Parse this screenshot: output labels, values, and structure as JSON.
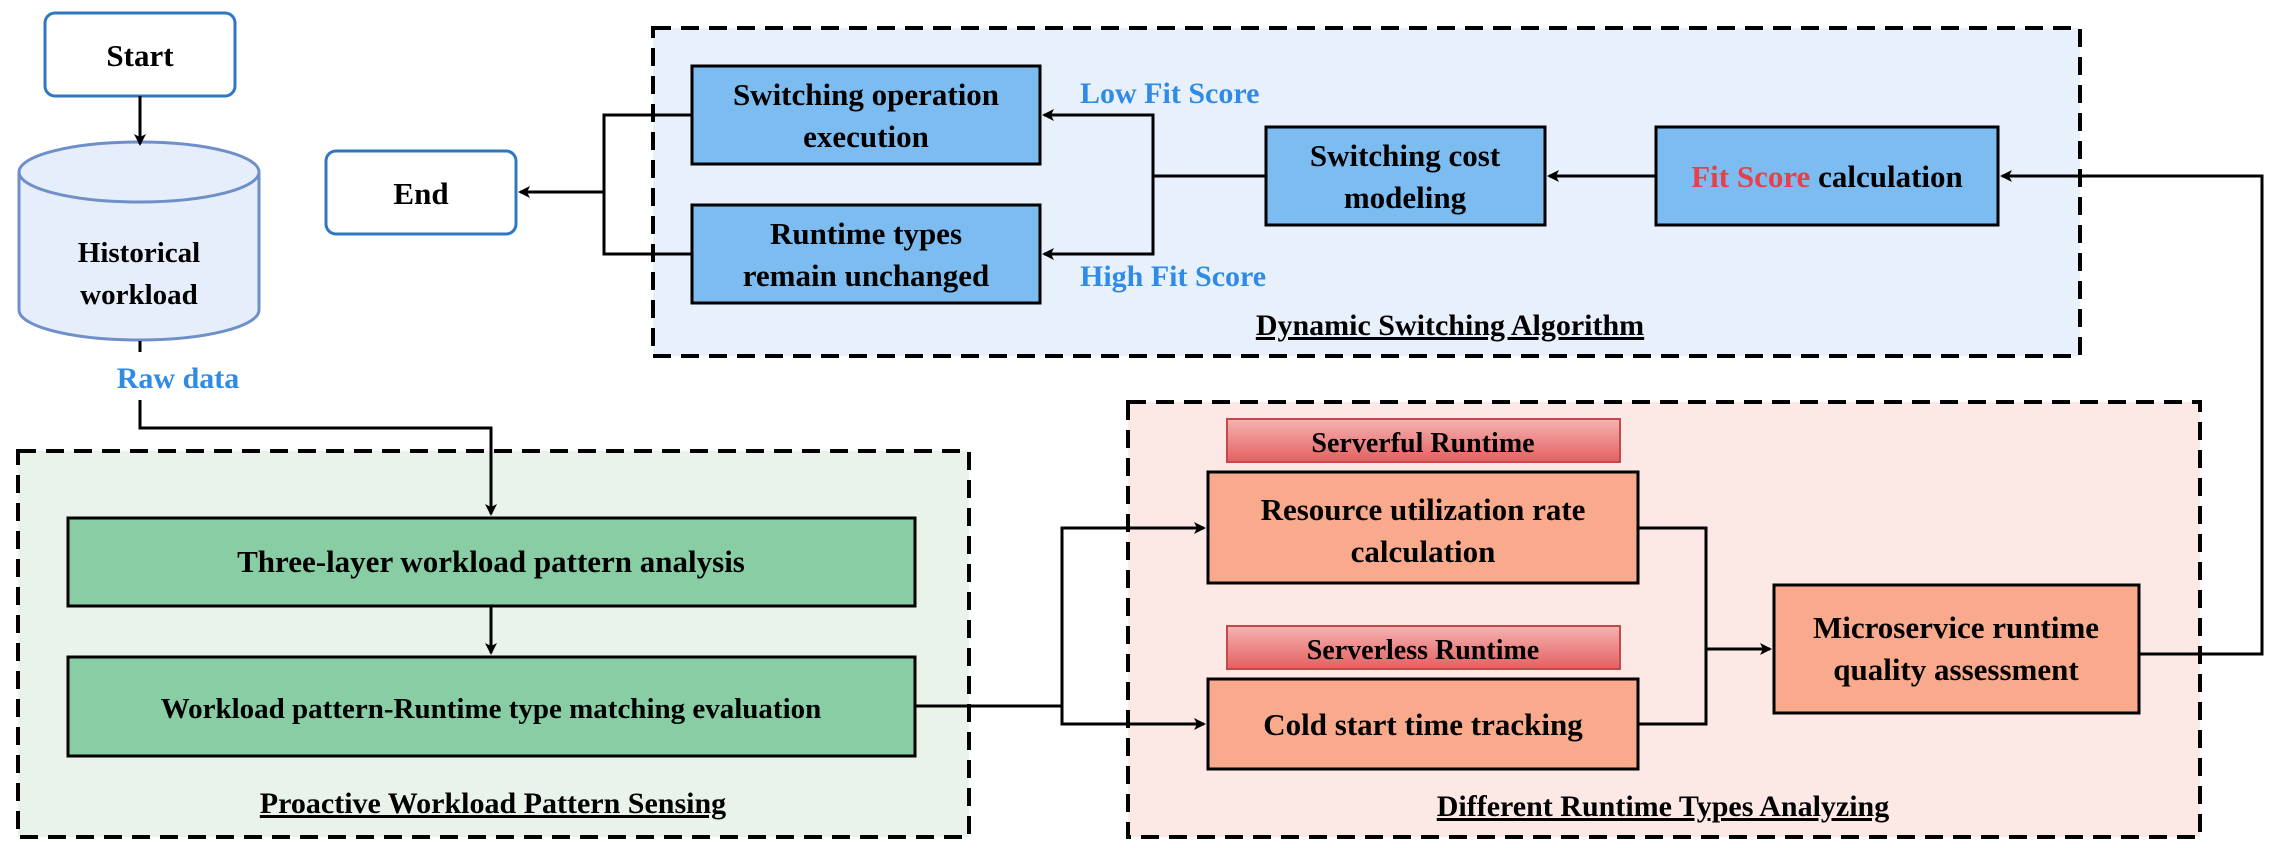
{
  "nodes": {
    "start": "Start",
    "end": "End",
    "db_line1": "Historical",
    "db_line2": "workload",
    "raw_data": "Raw data",
    "pattern_analysis": "Three-layer workload pattern analysis",
    "matching_eval": "Workload pattern-Runtime type matching evaluation",
    "serverful_tag": "Serverful Runtime",
    "serverless_tag": "Serverless Runtime",
    "resource_line1": "Resource utilization rate",
    "resource_line2": "calculation",
    "cold_start": "Cold start time tracking",
    "quality_line1": "Microservice runtime",
    "quality_line2": "quality assessment",
    "fit_score_red": "Fit Score",
    "fit_score_rest": " calculation",
    "switch_cost_line1": "Switching cost",
    "switch_cost_line2": "modeling",
    "switch_exec_line1": "Switching operation",
    "switch_exec_line2": "execution",
    "unchanged_line1": "Runtime types",
    "unchanged_line2": "remain unchanged",
    "low_fit": "Low Fit Score",
    "high_fit": "High Fit Score"
  },
  "groups": {
    "dynamic": "Dynamic Switching Algorithm",
    "proactive": "Proactive Workload Pattern Sensing",
    "runtime": "Different Runtime Types Analyzing"
  },
  "colors": {
    "blue_box": "#7dbcf0",
    "green_box": "#88cda4",
    "orange_box": "#f9aa8c",
    "red_tag": "#e66a6a",
    "label_blue": "#2f8be6",
    "fit_red": "#e8404a",
    "bg_blue": "#e8f1fb",
    "bg_green": "#eaf3e9",
    "bg_pink": "#fce9e5"
  }
}
